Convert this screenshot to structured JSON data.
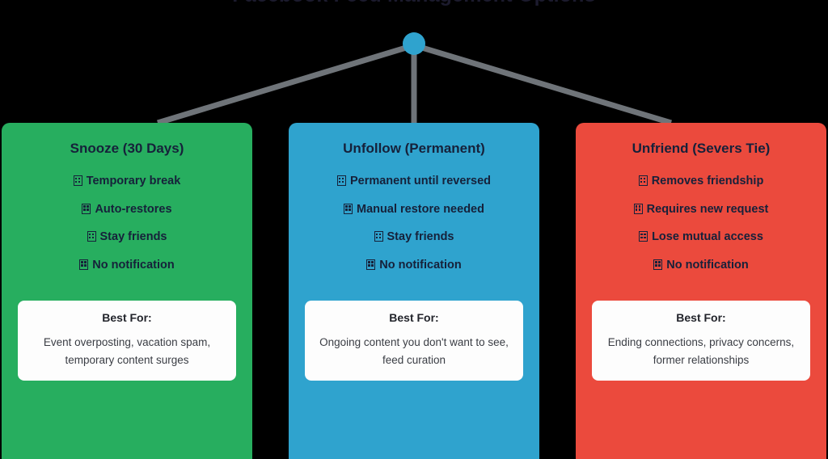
{
  "diagram": {
    "title": "Facebook Feed Management Options",
    "title_color": "#1c1b2e",
    "background_color": "#000000",
    "hub": {
      "name": "hub-node",
      "color": "#2fa3ce",
      "shape": "circle"
    },
    "connector": {
      "color": "#6f7479",
      "accent_color": "#6a6f86",
      "style": "straight-branch"
    }
  },
  "cards": [
    {
      "id": "snooze",
      "title": "Snooze (30 Days)",
      "color": "#27ae5f",
      "bullet_icon": "missing-glyph-box",
      "features": [
        "Temporary break",
        "Auto-restores",
        "Stay friends",
        "No notification"
      ],
      "best_for_label": "Best For:",
      "best_for_text": "Event overposting, vacation spam, temporary content surges"
    },
    {
      "id": "unfollow",
      "title": "Unfollow (Permanent)",
      "color": "#2fa3ce",
      "bullet_icon": "missing-glyph-box",
      "features": [
        "Permanent until reversed",
        "Manual restore needed",
        "Stay friends",
        "No notification"
      ],
      "best_for_label": "Best For:",
      "best_for_text": "Ongoing content you don't want to see, feed curation"
    },
    {
      "id": "unfriend",
      "title": "Unfriend (Severs Tie)",
      "color": "#eb4a3d",
      "bullet_icon": "missing-glyph-box",
      "features": [
        "Removes friendship",
        "Requires new request",
        "Lose mutual access",
        "No notification"
      ],
      "best_for_label": "Best For:",
      "best_for_text": "Ending connections, privacy concerns, former relationships"
    }
  ]
}
